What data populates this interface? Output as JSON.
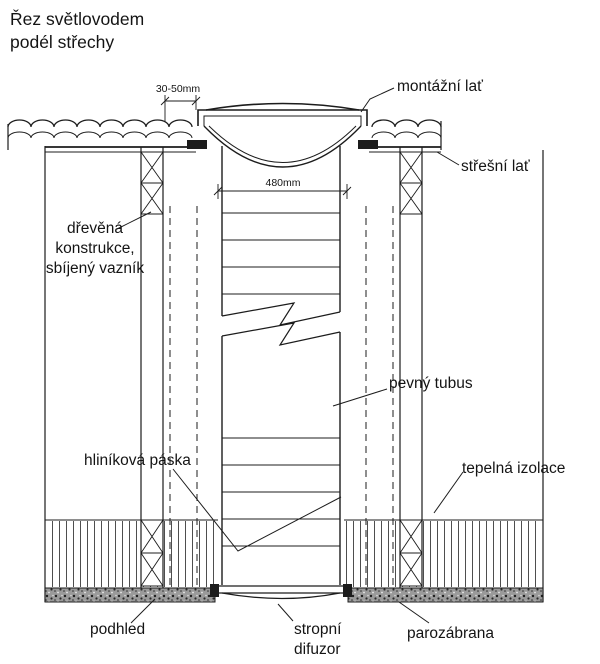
{
  "title": {
    "line1": "Řez světlovodem",
    "line2": "podél střechy"
  },
  "dimensions": {
    "gap": "30-50mm",
    "width": "480mm"
  },
  "labels": {
    "montazni_lat": "montážní lať",
    "stresni_lat": "střešní lať",
    "drevena_1": "dřevěná",
    "drevena_2": "konstrukce,",
    "drevena_3": "sbíjený vazník",
    "pevny_tubus": "pevný tubus",
    "hlinikova_paska": "hliníková páska",
    "tepelna_izolace": "tepelná izolace",
    "podhled": "podhled",
    "stropni_1": "stropní",
    "stropni_2": "difuzor",
    "parozabrana": "parozábrana"
  },
  "colors": {
    "ink": "#1c1c1c",
    "paper": "#ffffff"
  }
}
